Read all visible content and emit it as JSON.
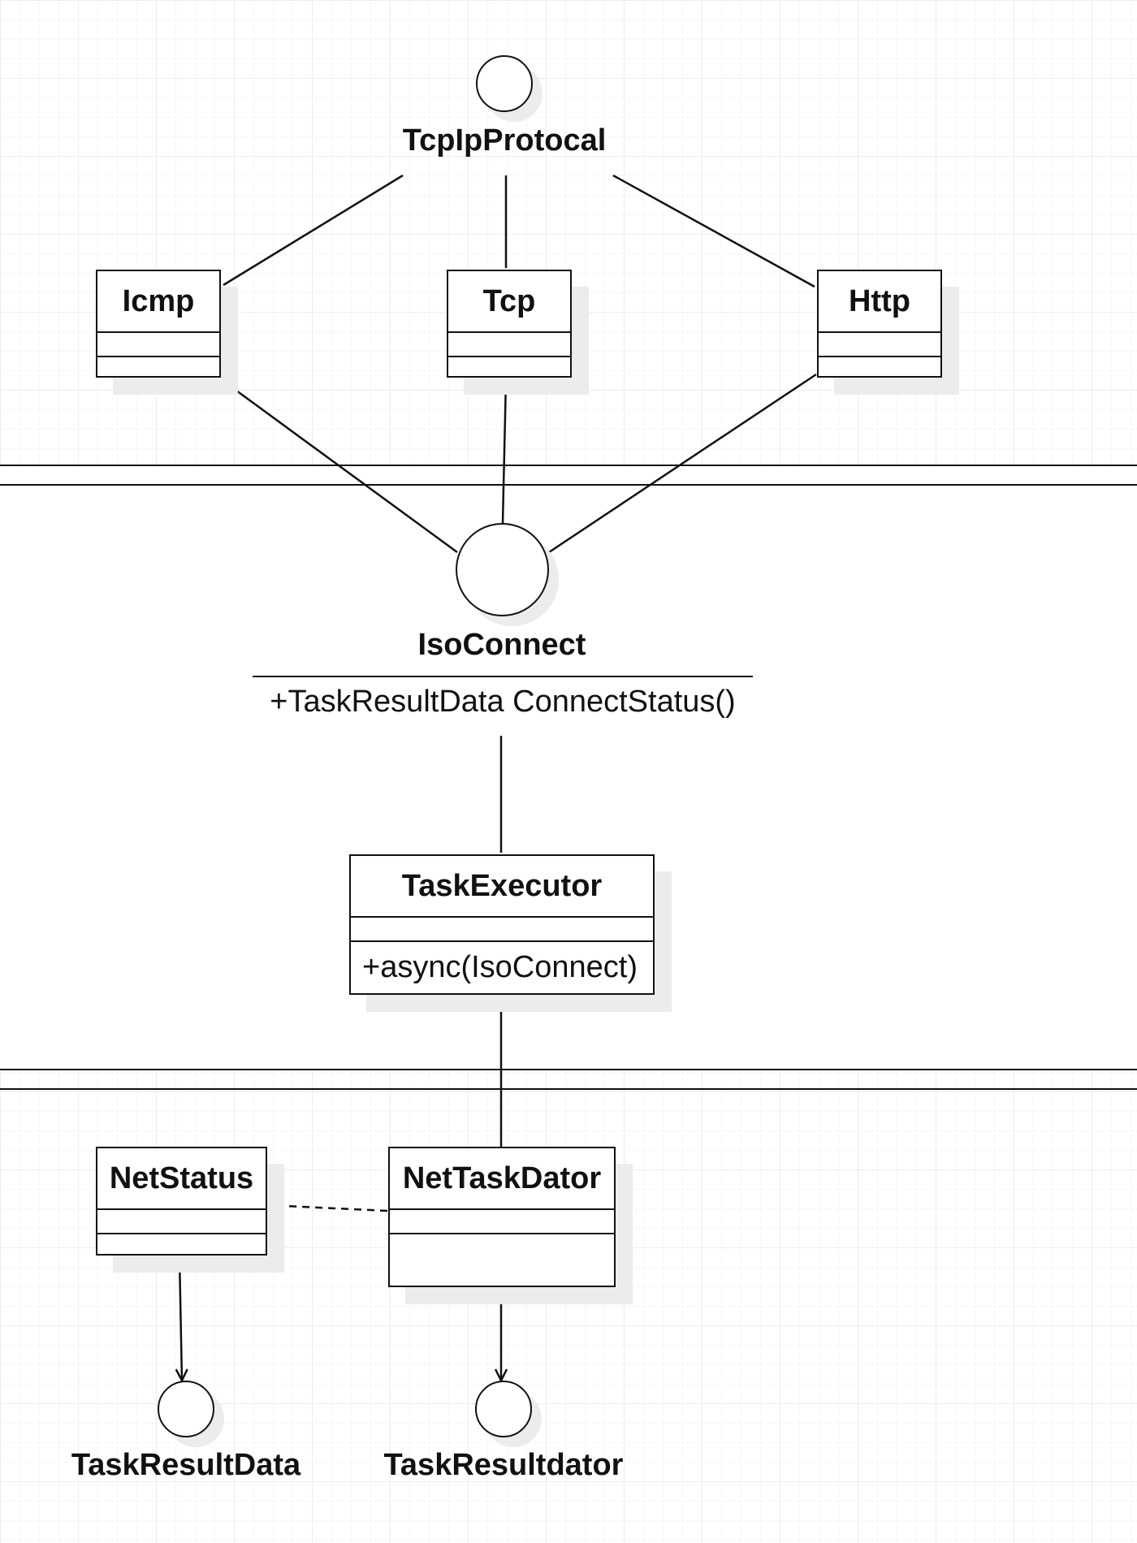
{
  "interfaces": {
    "tcp_ip_protocal": {
      "name": "TcpIpProtocal"
    },
    "iso_connect": {
      "name": "IsoConnect",
      "operation": "+TaskResultData ConnectStatus()"
    },
    "task_result_data": {
      "name": "TaskResultData"
    },
    "task_resultdator": {
      "name": "TaskResultdator"
    }
  },
  "classes": {
    "icmp": {
      "name": "Icmp",
      "operation": ""
    },
    "tcp": {
      "name": "Tcp",
      "operation": ""
    },
    "http": {
      "name": "Http",
      "operation": ""
    },
    "task_executor": {
      "name": "TaskExecutor",
      "operation": "+async(IsoConnect)"
    },
    "net_status": {
      "name": "NetStatus",
      "operation": ""
    },
    "net_task_dator": {
      "name": "NetTaskDator",
      "operation": ""
    }
  },
  "colors": {
    "line": "#111111",
    "shadow": "#ececec",
    "grid": "#ededed"
  }
}
